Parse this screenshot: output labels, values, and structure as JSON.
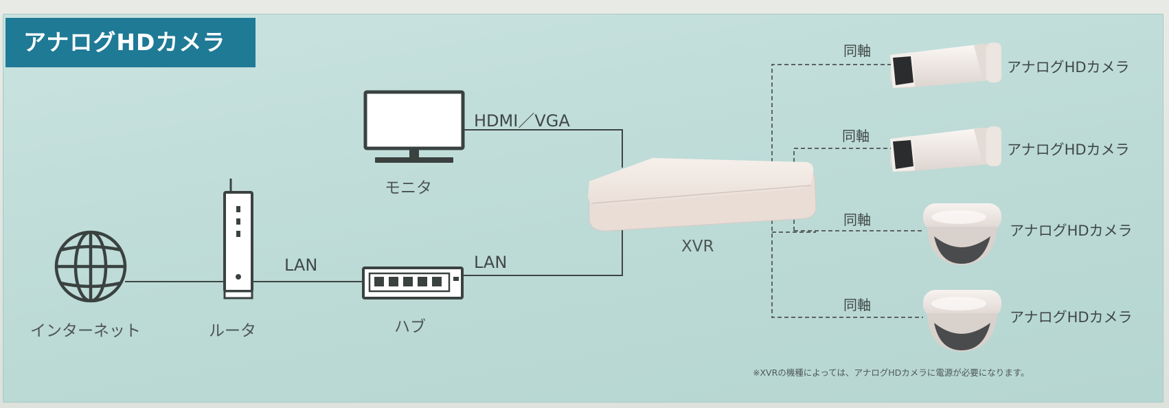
{
  "title": "アナログHDカメラ",
  "devices": {
    "internet": "インターネット",
    "router": "ルータ",
    "hub": "ハブ",
    "monitor": "モニタ",
    "xvr": "XVR"
  },
  "connections": {
    "router_hub": "LAN",
    "hub_xvr": "LAN",
    "monitor_xvr": "HDMI／VGA"
  },
  "cameras": [
    {
      "coax_label": "同軸",
      "label": "アナログHDカメラ",
      "icon": "bullet-camera-icon"
    },
    {
      "coax_label": "同軸",
      "label": "アナログHDカメラ",
      "icon": "bullet-camera-icon"
    },
    {
      "coax_label": "同軸",
      "label": "アナログHDカメラ",
      "icon": "dome-camera-icon"
    },
    {
      "coax_label": "同軸",
      "label": "アナログHDカメラ",
      "icon": "dome-camera-icon"
    }
  ],
  "note": "※XVRの機種によっては、アナログHDカメラに電源が必要になります。",
  "colors": {
    "title_bg": "#1f7a96",
    "panel_bg": "#c2dedb",
    "line": "#3c4442",
    "device_body": "#efe6e0"
  }
}
